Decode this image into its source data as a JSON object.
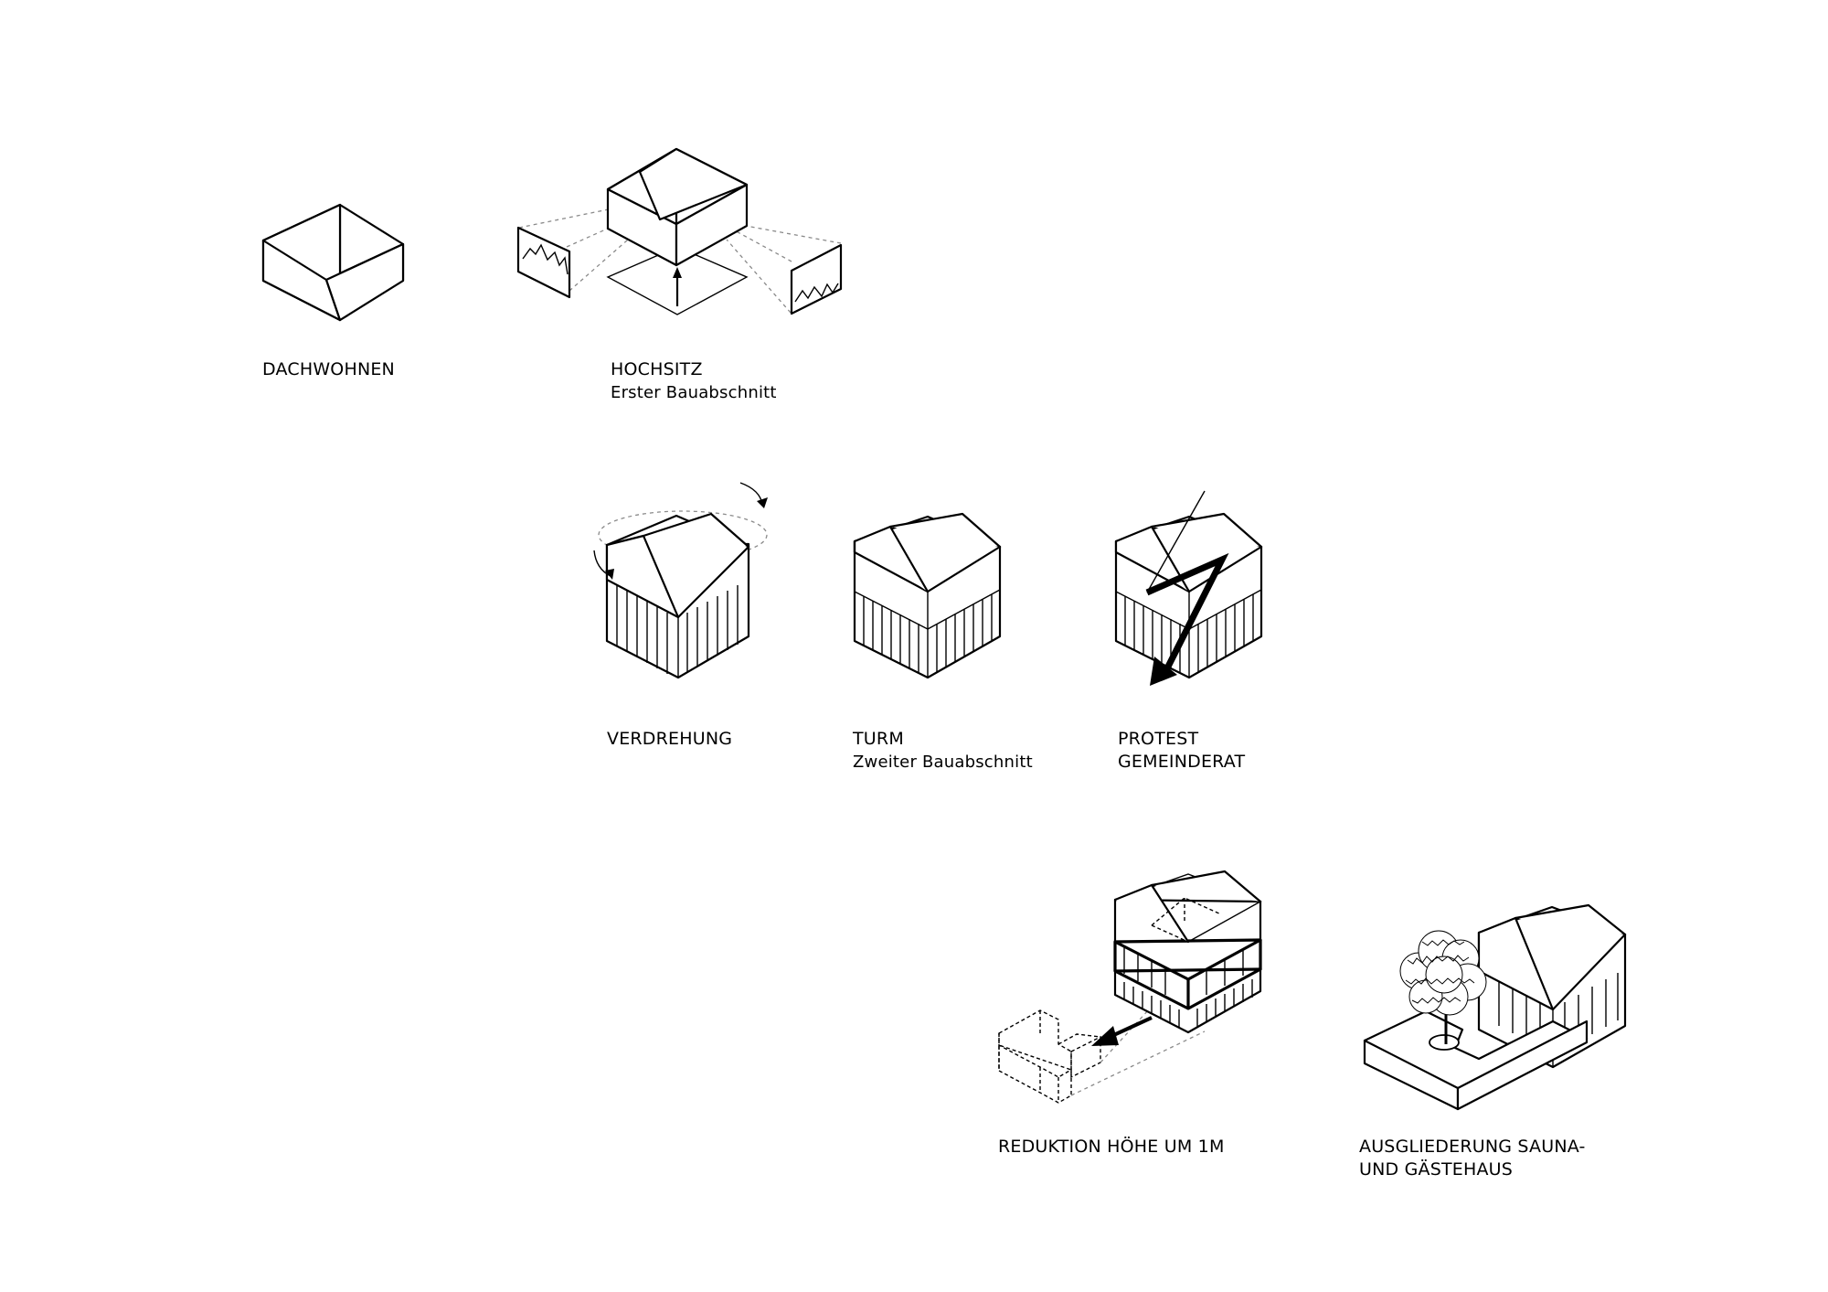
{
  "diagrams": [
    {
      "id": "dachwohnen",
      "title": "DACHWOHNEN",
      "subtitle": ""
    },
    {
      "id": "hochsitz",
      "title": "HOCHSITZ",
      "subtitle": "Erster Bauabschnitt"
    },
    {
      "id": "verdrehung",
      "title": "VERDREHUNG",
      "subtitle": ""
    },
    {
      "id": "turm",
      "title": "TURM",
      "subtitle": "Zweiter Bauabschnitt"
    },
    {
      "id": "protest",
      "title": "PROTEST",
      "subtitle": "GEMEINDERAT"
    },
    {
      "id": "reduktion",
      "title": "REDUKTION HÖHE UM 1M",
      "subtitle": ""
    },
    {
      "id": "ausgliederung",
      "title": "AUSGLIEDERUNG SAUNA-",
      "subtitle": "UND GÄSTEHAUS"
    }
  ],
  "colors": {
    "line": "#000000",
    "dashed": "#8a8a8a",
    "background": "#ffffff"
  }
}
